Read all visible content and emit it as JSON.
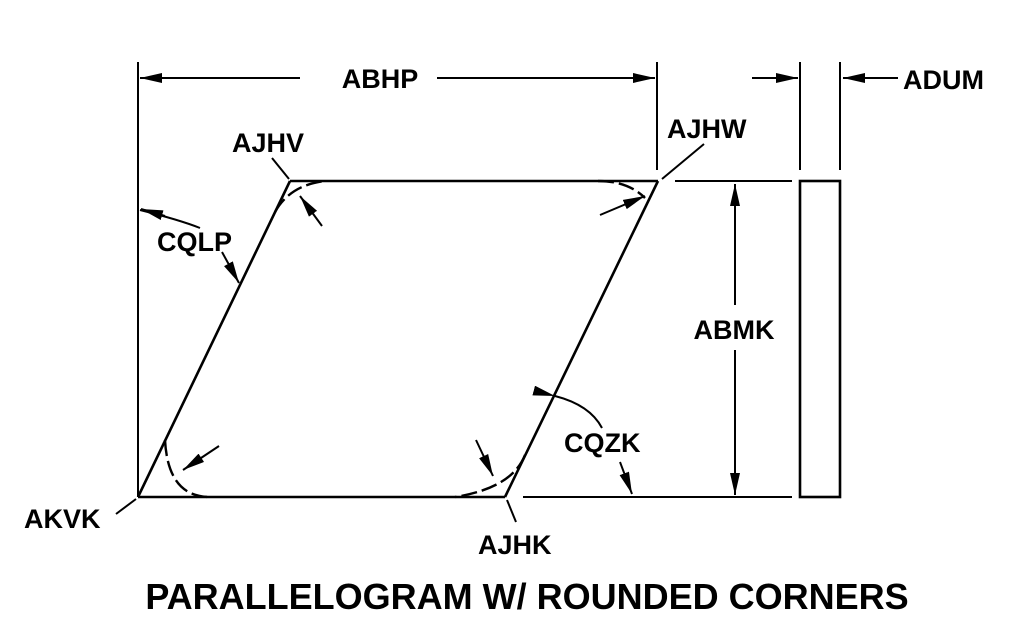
{
  "figure": {
    "title": "PARALLELOGRAM W/ ROUNDED CORNERS",
    "shape": "parallelogram",
    "labels": {
      "abhp": "ABHP",
      "adum": "ADUM",
      "ajhv": "AJHV",
      "ajhw": "AJHW",
      "cqlp": "CQLP",
      "abmk": "ABMK",
      "cqzk": "CQZK",
      "akvk": "AKVK",
      "ajhk": "AJHK"
    }
  }
}
